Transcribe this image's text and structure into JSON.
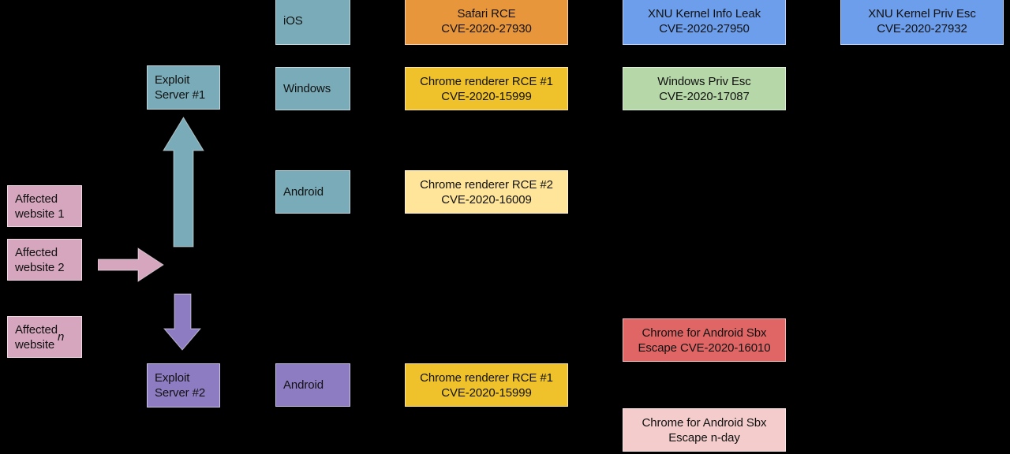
{
  "diagram": {
    "title": "Exploit chain delivery diagram",
    "background_color": "#000000",
    "palette": {
      "teal": "#79ACB8",
      "pink": "#D5A6BD",
      "purple": "#8E7CC3",
      "orange": "#E8963C",
      "yellow": "#EFC22B",
      "light_yellow": "#FFE599",
      "blue": "#6D9EEB",
      "green": "#B6D7A8",
      "red": "#E06666",
      "light_pink": "#F4CCCC",
      "text": "#111111"
    },
    "nodes": {
      "affected_website_1": "Affected\nwebsite 1",
      "affected_website_2": "Affected\nwebsite 2",
      "affected_website_n_prefix": "Affected\nwebsite ",
      "affected_website_n_suffix": "n",
      "exploit_server_1": "Exploit\nServer #1",
      "exploit_server_2": "Exploit\nServer #2",
      "platform_ios": "iOS",
      "platform_windows": "Windows",
      "platform_android_top": "Android",
      "platform_android_bottom": "Android",
      "safari_rce": "Safari RCE\nCVE-2020-27930",
      "chrome_renderer_rce_1_top": "Chrome renderer RCE #1\nCVE-2020-15999",
      "chrome_renderer_rce_2": "Chrome renderer RCE #2\nCVE-2020-16009",
      "chrome_renderer_rce_1_bottom": "Chrome renderer RCE #1\nCVE-2020-15999",
      "xnu_kernel_info_leak": "XNU Kernel Info Leak\nCVE-2020-27950",
      "xnu_kernel_priv_esc": "XNU Kernel Priv Esc\nCVE-2020-27932",
      "windows_priv_esc": "Windows Priv Esc\nCVE-2020-17087",
      "chrome_android_sbx_escape": "Chrome for Android Sbx\nEscape CVE-2020-16010",
      "chrome_android_sbx_escape_nday": "Chrome for Android Sbx\nEscape n-day"
    },
    "arrows": {
      "teal_up": "arrow-up-to-exploit-server-1",
      "pink_right": "arrow-right-from-affected-websites",
      "purple_down": "arrow-down-to-exploit-server-2"
    }
  }
}
